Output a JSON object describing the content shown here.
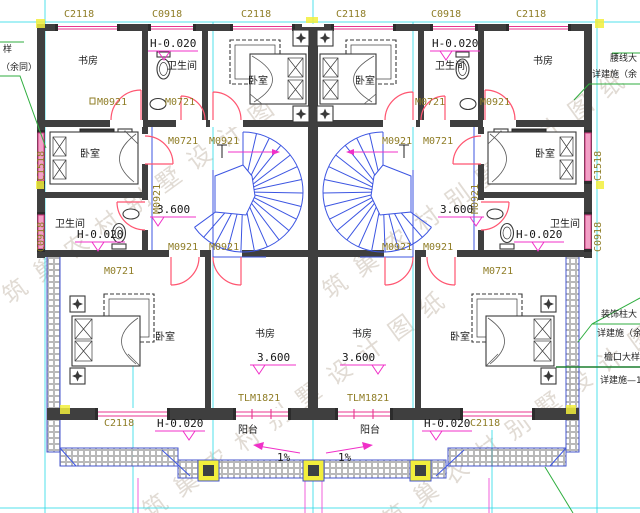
{
  "drawing_type": "residential-floor-plan",
  "watermark": {
    "text": "筑巢农村别墅设计图纸"
  },
  "win": {
    "c2118": "C2118",
    "c0918": "C0918",
    "c1518": "C1518"
  },
  "door": {
    "m0921": "M0921",
    "m0721": "M0721",
    "tlm1821": "TLM1821"
  },
  "room": {
    "study": "书房",
    "bath": "卫生间",
    "bed": "卧室",
    "balcony": "阳台"
  },
  "elev": {
    "ground": "H-0.020",
    "upper": "3.600",
    "slope": "1%"
  },
  "ann": {
    "left1": "样",
    "left2": "（余同）",
    "rt1": "腰线大",
    "rt2": "详建施（余",
    "rc1": "装饰柱大",
    "rc2": "详建施（余",
    "re1": "檐口大样",
    "re2": "详建施—1"
  },
  "colors": {
    "wall": "#3f3f3f",
    "window_line": "#e8368f",
    "window_fill": "#f2a0c6",
    "door_arc": "#ff5570",
    "stair": "#3c55e2",
    "axis_cyan": "#35dbe8",
    "label_olive": "#8f7d26",
    "elevation_magenta": "#f030c8",
    "annotation_green": "#2fae3f",
    "watermark": "#b8ab9b",
    "column_highlight": "#f2ee3c"
  }
}
